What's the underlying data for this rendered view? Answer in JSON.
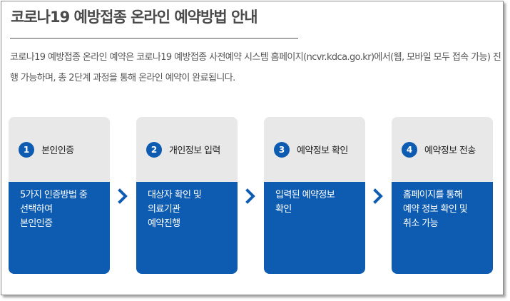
{
  "title": "코로나19 예방접종 온라인 예약방법 안내",
  "description": "코로나19 예방접종 온라인 예약은 코로나19 예방접종 사전예약 시스템 홈페이지(ncvr.kdca.go.kr)에서(웹, 모바일 모두 접속 가능) 진행 가능하며, 총 2단계 과정을 통해 온라인 예약이 완료됩니다.",
  "colors": {
    "accent": "#0e5cb2",
    "card_head": "#e8e8e8",
    "title_text": "#4a4a4a"
  },
  "steps": [
    {
      "num": "1",
      "title": "본인인증",
      "body": "5가지 인증방법 중\n선택하여\n본인인증"
    },
    {
      "num": "2",
      "title": "개인정보 입력",
      "body": "대상자 확인 및\n의료기관\n예약진행"
    },
    {
      "num": "3",
      "title": "예약정보 확인",
      "body": "입력된 예약정보\n확인"
    },
    {
      "num": "4",
      "title": "예약정보 전송",
      "body": "홈페이지를 통해\n예약 정보 확인 및\n취소 가능"
    }
  ],
  "arrow_icon": "chevron-right-icon"
}
